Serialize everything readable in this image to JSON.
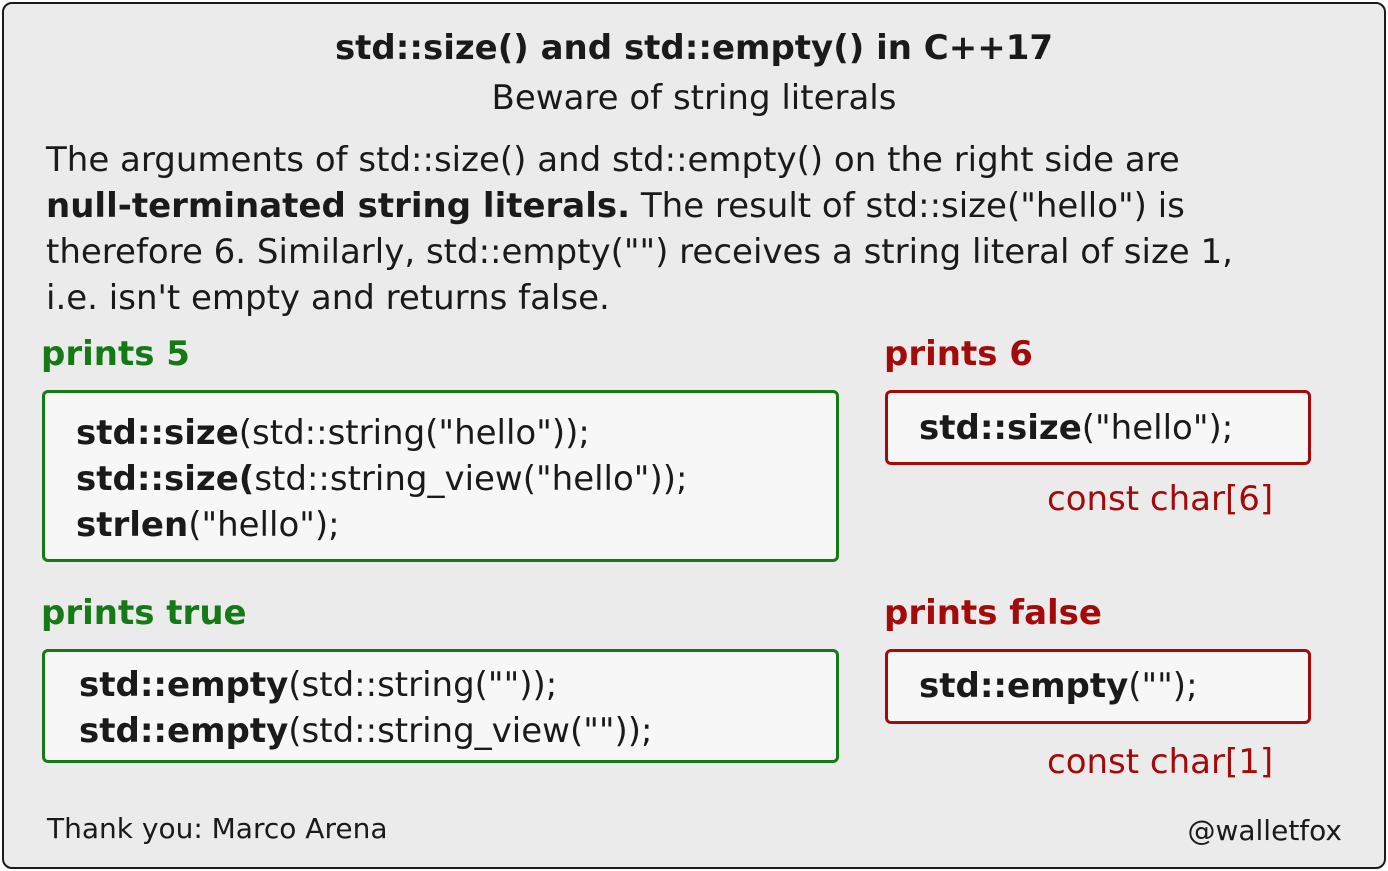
{
  "title": "std::size() and std::empty() in C++17",
  "subtitle": "Beware of string literals",
  "intro": {
    "line1": "The arguments of std::size() and std::empty() on the right side are",
    "line2_bold": "null-terminated string literals.",
    "line2_rest": " The result of std::size(\"hello\") is",
    "line3": "therefore 6. Similarly, std::empty(\"\") receives a string literal of size 1,",
    "line4": "i.e. isn't empty and returns false."
  },
  "size_section": {
    "left_label": "prints 5",
    "left_code": [
      {
        "fn": "std::size",
        "args": "(std::string(\"hello\"));"
      },
      {
        "fn": "std::size(",
        "args": "std::string_view(\"hello\"));"
      },
      {
        "fn": "strlen",
        "args": "(\"hello\");"
      }
    ],
    "right_label": "prints 6",
    "right_code": {
      "fn": "std::size",
      "args": "(\"hello\");"
    },
    "right_type": "const char[6]"
  },
  "empty_section": {
    "left_label": "prints true",
    "left_code": [
      {
        "fn": "std::empty",
        "args": "(std::string(\"\"));"
      },
      {
        "fn": "std::empty",
        "args": "(std::string_view(\"\"));"
      }
    ],
    "right_label": "prints false",
    "right_code": {
      "fn": "std::empty",
      "args": "(\"\");"
    },
    "right_type": "const char[1]"
  },
  "footer": {
    "credit": "Thank you: Marco Arena",
    "handle": "@walletfox"
  },
  "colors": {
    "true_color": "#157a15",
    "false_color": "#a30b0b",
    "background": "#ebebeb"
  }
}
